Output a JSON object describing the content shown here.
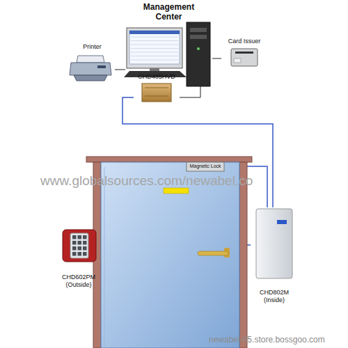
{
  "diagram": {
    "nodes": [
      {
        "text": [
          "Management Center"
        ]
      },
      {
        "text": [
          "Printer"
        ]
      },
      {
        "text": [
          "Card Issuer"
        ]
      },
      {
        "text": [
          "CHD485HVD"
        ]
      },
      {
        "text": [
          "Magnetic Lock"
        ]
      },
      {
        "text": [
          "CHD602PM (Outside)"
        ]
      },
      {
        "text": [
          "CHD802M (Inside)"
        ]
      }
    ],
    "edges": [
      {
        "from": 1,
        "to": 0,
        "arrow": "none"
      },
      {
        "from": 2,
        "to": 0,
        "arrow": "none"
      },
      {
        "from": 3,
        "to": 0,
        "arrow": "none"
      },
      {
        "from": 3,
        "to": 6,
        "arrow": "none"
      },
      {
        "from": 4,
        "to": 6,
        "arrow": "none"
      },
      {
        "from": 5,
        "to": 6,
        "arrow": "none"
      }
    ],
    "labels": [
      "www.globalsources.com/newabel.co",
      "newabel-05.store.bossgoo.com"
    ]
  }
}
